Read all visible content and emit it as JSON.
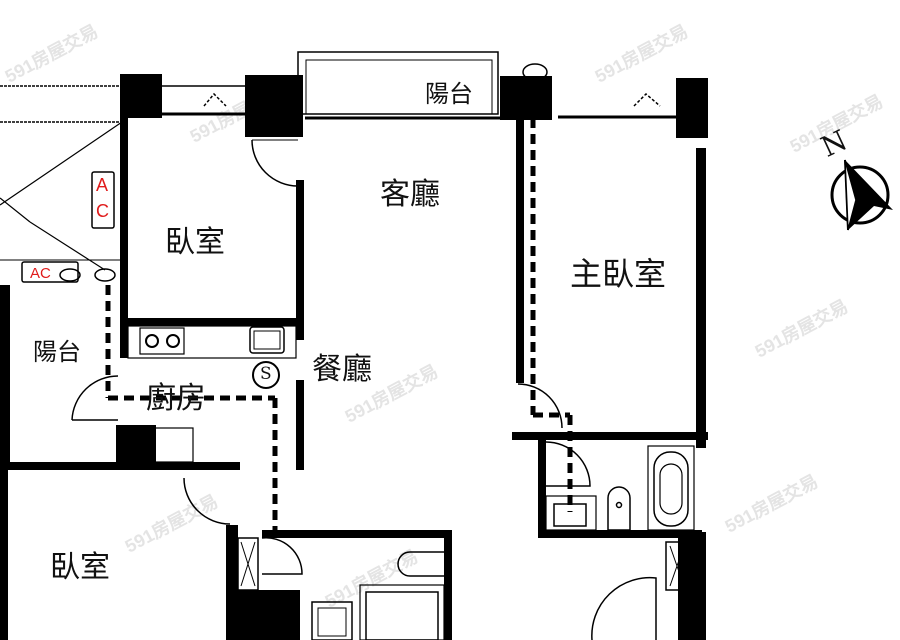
{
  "rooms": {
    "balcony_top": "陽台",
    "living_room": "客廳",
    "bedroom_top_left": "臥室",
    "master_bedroom": "主臥室",
    "balcony_left": "陽台",
    "kitchen": "廚房",
    "dining_room": "餐廳",
    "bedroom_bottom_left": "臥室"
  },
  "markers": {
    "ac_vertical_top": "A",
    "ac_vertical_bottom": "C",
    "ac_horizontal": "AC",
    "shaft_symbol": "S",
    "compass_north": "N"
  },
  "watermark": "591房屋交易",
  "colors": {
    "wall": "#000000",
    "ac_label": "#e01b1b",
    "watermark": "#e4e4e4"
  }
}
